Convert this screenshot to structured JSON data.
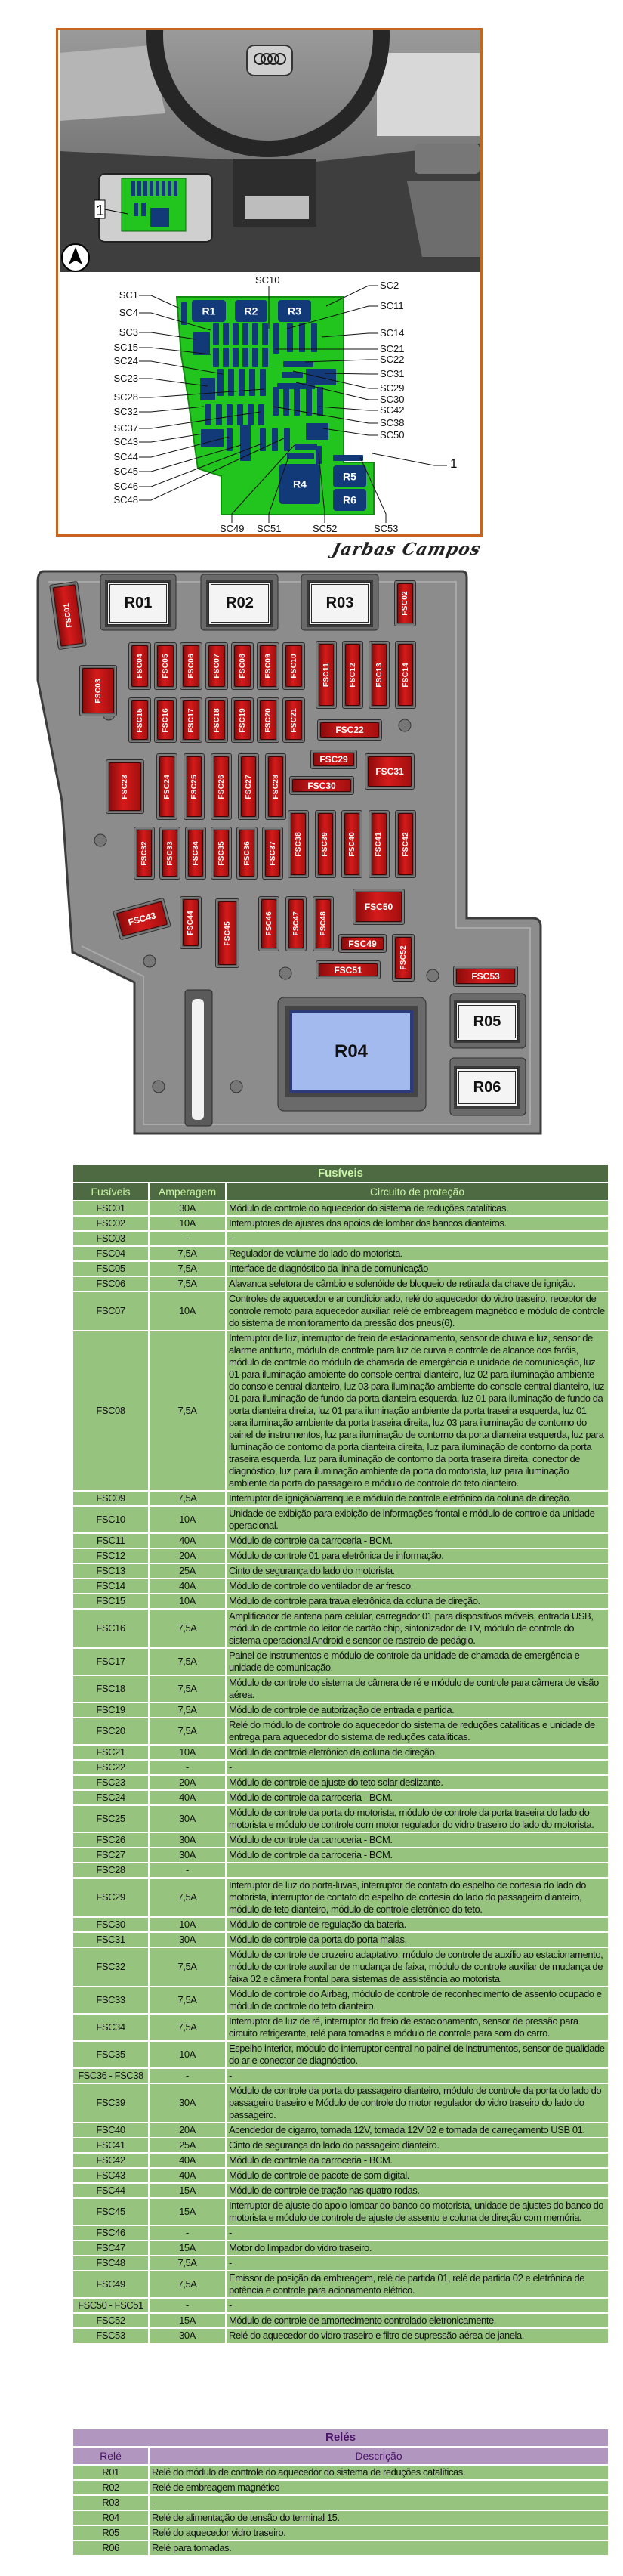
{
  "diagram": {
    "left_labels": [
      "SC1",
      "SC4",
      "SC3",
      "SC15",
      "SC24",
      "SC23",
      "SC28",
      "SC32",
      "SC37",
      "SC43",
      "SC44",
      "SC45",
      "SC46",
      "SC48"
    ],
    "right_labels": [
      "SC2",
      "SC11",
      "SC14",
      "SC21",
      "SC22",
      "SC31",
      "SC29",
      "SC30",
      "SC42",
      "SC38",
      "SC50"
    ],
    "top_label": "SC10",
    "bottom_labels": [
      "SC49",
      "SC51",
      "SC52",
      "SC53"
    ],
    "relays": [
      "R1",
      "R2",
      "R3",
      "R4",
      "R5",
      "R6"
    ],
    "callout": "1",
    "photo_callout": "1",
    "watermark": "Jarbas Campos"
  },
  "fusebox": {
    "fuses": [
      "FSC01",
      "FSC02",
      "FSC03",
      "FSC04",
      "FSC05",
      "FSC06",
      "FSC07",
      "FSC08",
      "FSC09",
      "FSC10",
      "FSC11",
      "FSC12",
      "FSC13",
      "FSC14",
      "FSC15",
      "FSC16",
      "FSC17",
      "FSC18",
      "FSC19",
      "FSC20",
      "FSC21",
      "FSC22",
      "FSC23",
      "FSC24",
      "FSC25",
      "FSC26",
      "FSC27",
      "FSC28",
      "FSC29",
      "FSC30",
      "FSC31",
      "FSC32",
      "FSC33",
      "FSC34",
      "FSC35",
      "FSC36",
      "FSC37",
      "FSC38",
      "FSC39",
      "FSC40",
      "FSC41",
      "FSC42",
      "FSC43",
      "FSC44",
      "FSC45",
      "FSC46",
      "FSC47",
      "FSC48",
      "FSC49",
      "FSC50",
      "FSC51",
      "FSC52",
      "FSC53"
    ],
    "relays": [
      "R01",
      "R02",
      "R03",
      "R04",
      "R05",
      "R06"
    ]
  },
  "fuse_table": {
    "title": "Fusíveis",
    "headers": [
      "Fusíveis",
      "Amperagem",
      "Circuito de proteção"
    ],
    "rows": [
      [
        "FSC01",
        "30A",
        "Módulo de controle do aquecedor do sistema de reduções catalíticas."
      ],
      [
        "FSC02",
        "10A",
        "Interruptores de ajustes dos apoios de lombar dos bancos dianteiros."
      ],
      [
        "FSC03",
        "-",
        "-"
      ],
      [
        "FSC04",
        "7,5A",
        "Regulador de volume do lado do motorista."
      ],
      [
        "FSC05",
        "7,5A",
        "Interface de diagnóstico da linha de comunicação"
      ],
      [
        "FSC06",
        "7,5A",
        "Alavanca seletora de câmbio e solenóide de bloqueio de retirada da chave de ignição."
      ],
      [
        "FSC07",
        "10A",
        "Controles de aquecedor e ar condicionado, relé do aquecedor do vidro traseiro, receptor de controle remoto para aquecedor auxiliar, relé de embreagem magnético e módulo de controle do sistema de monitoramento da pressão dos pneus(6)."
      ],
      [
        "FSC08",
        "7,5A",
        "Interruptor de luz, interruptor de freio de estacionamento, sensor de chuva e luz, sensor de alarme antifurto, módulo de controle para luz de curva e controle de alcance dos faróis, módulo de controle do módulo de chamada de emergência e unidade de comunicação, luz 01 para iluminação ambiente do console central dianteiro, luz 02 para iluminação ambiente do console central dianteiro, luz 03 para iluminação ambiente do console central dianteiro, luz 01 para iluminação de fundo da porta dianteira esquerda, luz 01 para iluminação de fundo da porta dianteira direita, luz 01 para iluminação ambiente da porta traseira esquerda, luz 01 para iluminação ambiente da porta traseira direita, luz 03 para iluminação de contorno do painel de instrumentos, luz para iluminação de contorno da porta dianteira esquerda, luz para iluminação de contorno da porta dianteira direita, luz para iluminação de contorno da porta traseira esquerda, luz para iluminação de contorno da porta traseira direita, conector de diagnóstico, luz para iluminação ambiente da porta do motorista, luz para iluminação ambiente da porta do passageiro e módulo de controle do teto dianteiro."
      ],
      [
        "FSC09",
        "7,5A",
        "Interruptor de ignição/arranque e módulo de controle eletrônico da coluna de direção."
      ],
      [
        "FSC10",
        "10A",
        "Unidade de exibição para exibição de informações frontal e módulo de controle da unidade operacional."
      ],
      [
        "FSC11",
        "40A",
        "Módulo de controle da carroceria - BCM."
      ],
      [
        "FSC12",
        "20A",
        "Módulo de controle 01 para eletrônica de informação."
      ],
      [
        "FSC13",
        "25A",
        "Cinto de segurança do lado do motorista."
      ],
      [
        "FSC14",
        "40A",
        "Módulo de controle do ventilador de ar fresco."
      ],
      [
        "FSC15",
        "10A",
        "Módulo de controle para trava eletrônica da coluna de direção."
      ],
      [
        "FSC16",
        "7,5A",
        "Amplificador de antena para celular, carregador 01 para dispositivos móveis, entrada USB, módulo de controle do leitor de cartão chip, sintonizador de TV, módulo de controle do sistema operacional Android e sensor de rastreio de pedágio."
      ],
      [
        "FSC17",
        "7,5A",
        "Painel de instrumentos e módulo de controle da unidade de chamada de emergência e unidade de comunicação."
      ],
      [
        "FSC18",
        "7,5A",
        "Módulo de controle do sistema de câmera de ré e módulo de controle para câmera de visão aérea."
      ],
      [
        "FSC19",
        "7,5A",
        "Módulo de controle de autorização de entrada e partida."
      ],
      [
        "FSC20",
        "7,5A",
        "Relé do módulo de controle do aquecedor do sistema de reduções catalíticas e unidade de entrega para aquecedor do sistema de reduções catalíticas."
      ],
      [
        "FSC21",
        "10A",
        "Módulo de controle eletrônico da coluna de direção."
      ],
      [
        "FSC22",
        "-",
        "-"
      ],
      [
        "FSC23",
        "20A",
        "Módulo de controle de ajuste do teto solar deslizante."
      ],
      [
        "FSC24",
        "40A",
        "Módulo de controle da carroceria - BCM."
      ],
      [
        "FSC25",
        "30A",
        "Módulo de controle da porta do motorista, módulo de controle da porta traseira do lado do motorista e módulo de controle com motor regulador do vidro traseiro do lado do motorista."
      ],
      [
        "FSC26",
        "30A",
        "Módulo de controle da carroceria - BCM."
      ],
      [
        "FSC27",
        "30A",
        "Módulo de controle da carroceria - BCM."
      ],
      [
        "FSC28",
        "-",
        ""
      ],
      [
        "FSC29",
        "7,5A",
        "Interruptor de luz do porta-luvas, interruptor de contato do espelho de cortesia do lado do motorista, interruptor de contato do espelho de cortesia do lado do passageiro dianteiro, módulo de teto dianteiro, módulo de controle eletrônico do teto."
      ],
      [
        "FSC30",
        "10A",
        "Módulo de controle de regulação da bateria."
      ],
      [
        "FSC31",
        "30A",
        "Módulo de controle da porta do porta malas."
      ],
      [
        "FSC32",
        "7,5A",
        "Módulo de controle de cruzeiro adaptativo, módulo de controle de auxílio ao estacionamento, módulo de controle auxiliar de mudança de faixa, módulo de controle auxiliar de mudança de faixa 02 e câmera frontal para sistemas de assistência ao motorista."
      ],
      [
        "FSC33",
        "7,5A",
        "Módulo de controle do Airbag, módulo de controle de reconhecimento de assento ocupado e módulo de controle do teto dianteiro."
      ],
      [
        "FSC34",
        "7,5A",
        "Interruptor de luz de ré, interruptor do freio de estacionamento, sensor de pressão para circuito refrigerante, relé para tomadas e módulo de controle para som do carro."
      ],
      [
        "FSC35",
        "10A",
        "Espelho interior, módulo do interruptor central no painel de instrumentos, sensor de qualidade do ar e conector de diagnóstico."
      ],
      [
        "FSC36 - FSC38",
        "-",
        "-"
      ],
      [
        "FSC39",
        "30A",
        "Módulo de controle da porta do passageiro dianteiro, módulo de controle da porta do lado do passageiro traseiro e Módulo de controle do motor regulador do vidro traseiro do lado do passageiro."
      ],
      [
        "FSC40",
        "20A",
        "Acendedor de cigarro, tomada 12V, tomada 12V 02 e tomada de carregamento USB 01."
      ],
      [
        "FSC41",
        "25A",
        "Cinto de segurança do lado do passageiro dianteiro."
      ],
      [
        "FSC42",
        "40A",
        "Módulo de controle da carroceria - BCM."
      ],
      [
        "FSC43",
        "40A",
        "Módulo de controle de pacote de som digital."
      ],
      [
        "FSC44",
        "15A",
        "Módulo de controle de tração nas quatro rodas."
      ],
      [
        "FSC45",
        "15A",
        "Interruptor de ajuste do apoio lombar do banco do motorista, unidade de ajustes do banco do motorista e módulo de controle de ajuste de assento e coluna de direção com memória."
      ],
      [
        "FSC46",
        "-",
        "-"
      ],
      [
        "FSC47",
        "15A",
        "Motor do limpador do vidro traseiro."
      ],
      [
        "FSC48",
        "7,5A",
        "-"
      ],
      [
        "FSC49",
        "7,5A",
        "Emissor de posição da embreagem, relé de partida 01, relé de partida 02 e eletrônica de potência e controle para acionamento elétrico."
      ],
      [
        "FSC50 - FSC51",
        "-",
        "-"
      ],
      [
        "FSC52",
        "15A",
        "Módulo de controle de amortecimento controlado eletronicamente."
      ],
      [
        "FSC53",
        "30A",
        "Relé do aquecedor do vidro traseiro e filtro de supressão aérea de janela."
      ]
    ]
  },
  "relay_table": {
    "title": "Relés",
    "headers": [
      "Relé",
      "Descrição"
    ],
    "rows": [
      [
        "R01",
        "Relé do módulo de controle do aquecedor do sistema de reduções catalíticas."
      ],
      [
        "R02",
        "Relé de embreagem magnético"
      ],
      [
        "R03",
        "-"
      ],
      [
        "R04",
        "Relé de alimentação de tensão do terminal 15."
      ],
      [
        "R05",
        "Relé do aquecedor vidro traseiro."
      ],
      [
        "R06",
        "Relé para tomadas."
      ]
    ]
  },
  "colors": {
    "fuse_red": "#c81414",
    "relay_blue": "#a3baee",
    "table_header_green": "#4e6a42",
    "table_row_green": "#96c47e",
    "relay_header_purple": "#b196bf",
    "diagram_green": "#22c51e",
    "diagram_navy": "#123a78"
  }
}
